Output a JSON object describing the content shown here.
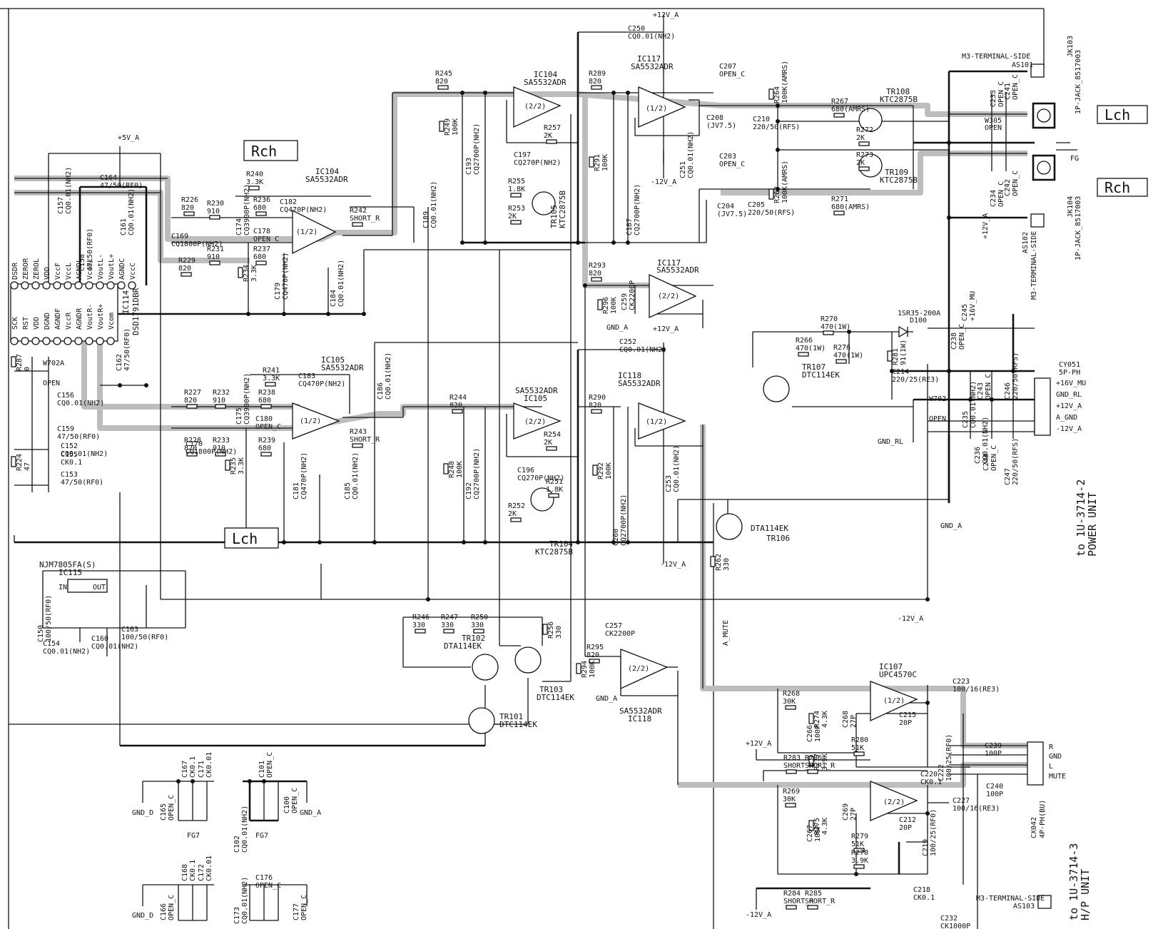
{
  "channel_tags": {
    "rch_left": "Rch",
    "lch_left": "Lch",
    "lch_right": "Lch",
    "rch_right": "Rch"
  },
  "ic114": {
    "ref": "IC114",
    "part": "DSD1791DBR",
    "pins_top": [
      "DSDR",
      "ZEROR",
      "ZEROL",
      "VDD",
      "VccF",
      "VccL",
      "AGNDL",
      "VcomL",
      "VoutL-",
      "VoutL+",
      "AGNDC",
      "VccC"
    ],
    "pins_bottom": [
      "SCK",
      "RST",
      "VDD",
      "DGND",
      "AGNDF",
      "VccR",
      "AGNDR",
      "VoutR-",
      "VoutR+",
      "Vcom"
    ]
  },
  "ics": {
    "ic104_a": {
      "ref": "IC104",
      "part": "SA5532ADR",
      "unit": "(1/2)"
    },
    "ic104_b": {
      "ref": "IC104",
      "part": "SA5532ADR",
      "unit": "(2/2)"
    },
    "ic105_a": {
      "ref": "IC105",
      "part": "SA5532ADR",
      "unit": "(1/2)"
    },
    "ic105_b": {
      "ref": "IC105",
      "part": "SA5532ADR",
      "unit": "(2/2)"
    },
    "ic117_a": {
      "ref": "IC117",
      "part": "SA5532ADR",
      "unit": "(1/2)"
    },
    "ic117_b": {
      "ref": "IC117",
      "part": "SA5532ADR",
      "unit": "(2/2)"
    },
    "ic118_a": {
      "ref": "IC118",
      "part": "SA5532ADR",
      "unit": "(1/2)"
    },
    "ic118_b": {
      "ref": "IC118",
      "part": "SA5532ADR",
      "unit": "(2/2)"
    },
    "ic107_a": {
      "ref": "IC107",
      "part": "UPC4570C",
      "unit": "(1/2)"
    },
    "ic107_b": {
      "unit": "(2/2)"
    },
    "ic115": {
      "ref": "IC115",
      "part": "NJM7805FA(S)",
      "in": "IN",
      "out": "OUT"
    }
  },
  "transistors": [
    {
      "ref": "TR105",
      "part": "KTC2875B"
    },
    {
      "ref": "TR104",
      "part": "KTC2875B"
    },
    {
      "ref": "TR108",
      "part": "KTC2875B"
    },
    {
      "ref": "TR109",
      "part": "KTC2875B"
    },
    {
      "ref": "TR107",
      "part": "DTC114EK"
    },
    {
      "ref": "TR106",
      "part": "DTA114EK"
    },
    {
      "ref": "TR102",
      "part": "DTA114EK"
    },
    {
      "ref": "TR103",
      "part": "DTC114EK"
    },
    {
      "ref": "TR101",
      "part": "DTC114EK"
    }
  ],
  "resistors_top": [
    [
      "R226",
      "820"
    ],
    [
      "R230",
      "910"
    ],
    [
      "R236",
      "680"
    ],
    [
      "R240",
      "3.3K"
    ],
    [
      "R242",
      "SHORT_R"
    ],
    [
      "R231",
      "910"
    ],
    [
      "R237",
      "680"
    ],
    [
      "R229",
      "820"
    ],
    [
      "R234",
      "3.3K"
    ],
    [
      "R245",
      "820"
    ],
    [
      "R249",
      "100K"
    ],
    [
      "R257",
      "2K"
    ],
    [
      "R255",
      "1.8K"
    ],
    [
      "R253",
      "2K"
    ],
    [
      "R289",
      "820"
    ],
    [
      "R291",
      "100K"
    ],
    [
      "R264",
      "100K(AMRS)"
    ],
    [
      "R263",
      "100K(AMRS)"
    ],
    [
      "R267",
      "680(AMRS)"
    ],
    [
      "R272",
      "2K"
    ],
    [
      "R273",
      "2K"
    ],
    [
      "R271",
      "680(AMRS)"
    ]
  ],
  "resistors_bottom": [
    [
      "R227",
      "820"
    ],
    [
      "R232",
      "910"
    ],
    [
      "R238",
      "680"
    ],
    [
      "R241",
      "3.3K"
    ],
    [
      "R243",
      "SHORT_R"
    ],
    [
      "R228",
      "820"
    ],
    [
      "R233",
      "910"
    ],
    [
      "R239",
      "680"
    ],
    [
      "R235",
      "3.3K"
    ],
    [
      "R244",
      "820"
    ],
    [
      "R248",
      "100K"
    ],
    [
      "R254",
      "2K"
    ],
    [
      "R251",
      "1.8K"
    ],
    [
      "R252",
      "2K"
    ],
    [
      "R290",
      "820"
    ],
    [
      "R292",
      "100K"
    ],
    [
      "R293",
      "820"
    ],
    [
      "R296",
      "100K"
    ],
    [
      "R262",
      "330"
    ],
    [
      "R224",
      "47"
    ],
    [
      "R287",
      "0"
    ]
  ],
  "resistors_misc": [
    [
      "R246",
      "330"
    ],
    [
      "R247",
      "330"
    ],
    [
      "R250",
      "330"
    ],
    [
      "R256",
      "330"
    ],
    [
      "R295",
      "820"
    ],
    [
      "R294",
      "100K"
    ],
    [
      "R268",
      "30K"
    ],
    [
      "R274",
      "4.3K"
    ],
    [
      "R277",
      "3.9K"
    ],
    [
      "R280",
      "51K"
    ],
    [
      "R283",
      "SHORT_R"
    ],
    [
      "R286",
      "SHORT_R"
    ],
    [
      "R269",
      "30K"
    ],
    [
      "R275",
      "4.3K"
    ],
    [
      "R279",
      "51K"
    ],
    [
      "R278",
      "3.9K"
    ],
    [
      "R284",
      "SHORT_R"
    ],
    [
      "R285",
      "SHORT_R"
    ],
    [
      "R270",
      "470(1W)"
    ],
    [
      "R266",
      "470(1W)"
    ],
    [
      "R276",
      "470(1W)"
    ],
    [
      "R281",
      "91(1W)"
    ]
  ],
  "capacitors": [
    [
      "C164",
      "47/50(RF0)"
    ],
    [
      "C157",
      "CQ0.01(NH2)"
    ],
    [
      "C158",
      "47/50(RF0)"
    ],
    [
      "C161",
      "CQ0.01(NH2)"
    ],
    [
      "C169",
      "CQ1800P(NH2)"
    ],
    [
      "C174",
      "CQ3900P(NH2)"
    ],
    [
      "C182",
      "CQ470P(NH2)"
    ],
    [
      "C178",
      "OPEN_C"
    ],
    [
      "C179",
      "CQ470P(NH2)"
    ],
    [
      "C184",
      "CQ0.01(NH2)"
    ],
    [
      "C189",
      "CQ0.01(NH2)"
    ],
    [
      "C193",
      "CQ2700P(NH2)"
    ],
    [
      "C197",
      "CQ270P(NH2)"
    ],
    [
      "C187",
      "CQ2700P(NH2)"
    ],
    [
      "C250",
      "CQ0.01(NH2)"
    ],
    [
      "C251",
      "CQ0.01(NH2)"
    ],
    [
      "C207",
      "OPEN_C"
    ],
    [
      "C208",
      "(JV7.5)"
    ],
    [
      "C210",
      "220/50(RFS)"
    ],
    [
      "C203",
      "OPEN_C"
    ],
    [
      "C204",
      "(JV7.5)"
    ],
    [
      "C205",
      "220/50(RFS)"
    ],
    [
      "C259",
      "CK2200P"
    ],
    [
      "C252",
      "CQ0.01(NH2)"
    ],
    [
      "C156",
      "CQ0.01(NH2)"
    ],
    [
      "C159",
      "47/50(RF0)"
    ],
    [
      "C162",
      "47/50(RF0)"
    ],
    [
      "C152",
      "CQ0.01(NH2)"
    ],
    [
      "C155",
      "CK0.1"
    ],
    [
      "C153",
      "47/50(RF0)"
    ],
    [
      "C170",
      "CQ1800P(NH2)"
    ],
    [
      "C175",
      "CQ3900P(NH2)"
    ],
    [
      "C183",
      "CQ470P(NH2)"
    ],
    [
      "C180",
      "OPEN_C"
    ],
    [
      "C181",
      "CQ470P(NH2)"
    ],
    [
      "C185",
      "CQ0.01(NH2)"
    ],
    [
      "C186",
      "CQ0.01(NH2)"
    ],
    [
      "C192",
      "CQ2700P(NH2)"
    ],
    [
      "C196",
      "CQ270P(NH2)"
    ],
    [
      "C260",
      "CQ2700P(NH2)"
    ],
    [
      "C253",
      "CQ0.01(NH2)"
    ],
    [
      "C150",
      "100/50(RF0)"
    ],
    [
      "C154",
      "CQ0.01(NH2)"
    ],
    [
      "C160",
      "CQ0.01(NH2)"
    ],
    [
      "C163",
      "100/50(RF0)"
    ],
    [
      "C257",
      "CK2200P"
    ],
    [
      "C266",
      "100P"
    ],
    [
      "C268",
      "27P"
    ],
    [
      "C215",
      "20P"
    ],
    [
      "C223",
      "100/16(RE3)"
    ],
    [
      "C239",
      "100P"
    ],
    [
      "C240",
      "100P"
    ],
    [
      "C222",
      "100/25(RF0)"
    ],
    [
      "C220",
      "CK0.1"
    ],
    [
      "C227",
      "100/16(RE3)"
    ],
    [
      "C267",
      "100P"
    ],
    [
      "C269",
      "27P"
    ],
    [
      "C212",
      "20P"
    ],
    [
      "C218",
      "CK0.1"
    ],
    [
      "C219",
      "100/25(RF0)"
    ],
    [
      "C214",
      "220/25(RE3)"
    ],
    [
      "C238",
      "OPEN_C"
    ],
    [
      "C245",
      "+16V_MU"
    ],
    [
      "C233",
      "OPEN_C"
    ],
    [
      "C241",
      "OPEN_C"
    ],
    [
      "C234",
      "OPEN_C"
    ],
    [
      "C242",
      "OPEN_C"
    ],
    [
      "C235",
      "CQ0.01(NH2)"
    ],
    [
      "C243",
      "OPEN_C"
    ],
    [
      "C246",
      "220/50(RFS)"
    ],
    [
      "C236",
      "CQ0.01(NH2)"
    ],
    [
      "C244",
      "OPEN_C"
    ],
    [
      "C247",
      "220/50(RFS)"
    ],
    [
      "C232",
      "CK1000P"
    ],
    [
      "C167",
      "CK0.1"
    ],
    [
      "C171",
      "CK0.01"
    ],
    [
      "C165",
      "OPEN_C"
    ],
    [
      "C168",
      "CK0.1"
    ],
    [
      "C172",
      "CK0.01"
    ],
    [
      "C166",
      "OPEN_C"
    ],
    [
      "C101",
      "OPEN_C"
    ],
    [
      "C102",
      "CQ0.01(NH2)"
    ],
    [
      "C100",
      "OPEN_C"
    ],
    [
      "C176",
      "OPEN_C"
    ],
    [
      "C173",
      "CQ0.01(NH2)"
    ],
    [
      "C177",
      "OPEN_C"
    ]
  ],
  "rails": {
    "p12": "+12V_A",
    "m12": "-12V_A",
    "p5": "+5V_A",
    "gnd": "GND_A",
    "fg": "FG7",
    "gnd_d": "GND_D",
    "gnd_rl": "GND_RL",
    "fg2": "FG",
    "mute": "A_MUTE"
  },
  "diode": {
    "ref": "D100",
    "part": "1SR35-200A"
  },
  "jumpers": {
    "w305": "W305",
    "w305_v": "OPEN",
    "w702a": "W702A",
    "w702a_v": "OPEN",
    "w702": "W702",
    "w702_v": "OPEN"
  },
  "jk103": {
    "ref": "JK103",
    "part": "1P-JACK_8517003",
    "side": "M3-TERMINAL-SIDE",
    "as": "AS101"
  },
  "jk104": {
    "ref": "JK104",
    "part": "1P-JACK_8517003",
    "side": "M3-TERMINAL-SIDE",
    "as": "AS102"
  },
  "as103": {
    "side": "M3-TERMINAL-SIDE",
    "as": "AS103"
  },
  "cy051": {
    "ref": "CY051",
    "part": "5P-PH",
    "pins": [
      "+16V_MU",
      "GND_RL",
      "+12V_A",
      "A_GND",
      "-12V_A"
    ],
    "dest_a": "to 1U-3714-2",
    "dest_b": "POWER UNIT"
  },
  "cx042": {
    "ref": "CX042",
    "part": "4P-PH(BU)",
    "pins": [
      "R",
      "GND",
      "L",
      "MUTE"
    ],
    "dest_a": "to 1U-3714-3",
    "dest_b": "H/P UNIT"
  }
}
